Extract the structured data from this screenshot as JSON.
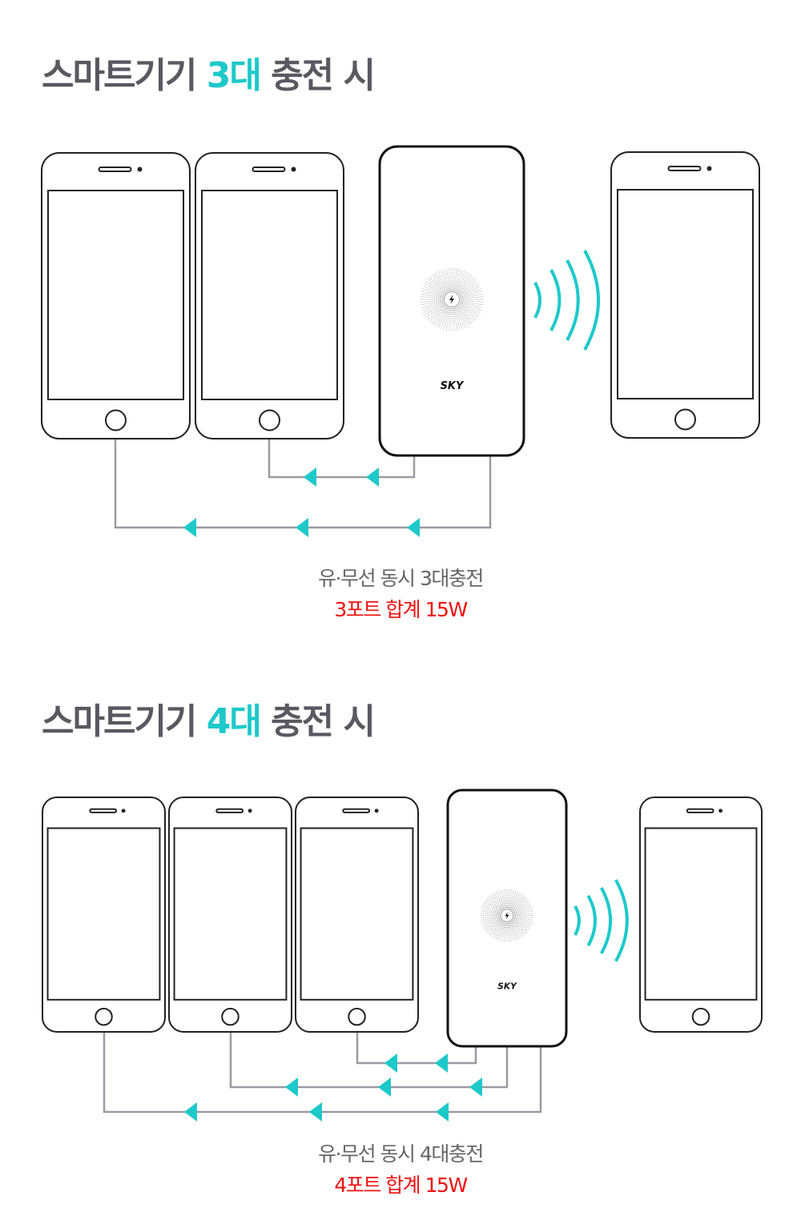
{
  "colors": {
    "accent": "#1ec9c9",
    "title": "#5a5860",
    "highlight": "#ee1111",
    "line": "#9a9aa2"
  },
  "sections": [
    {
      "title_prefix": "스마트기기",
      "title_count": "3대",
      "title_suffix": "충전 시",
      "caption": "유·무선 동시 3대충전",
      "spec": "3포트 합계 15W",
      "brand": "SKY"
    },
    {
      "title_prefix": "스마트기기",
      "title_count": "4대",
      "title_suffix": "충전 시",
      "caption": "유·무선 동시 4대충전",
      "spec": "4포트 합계 15W",
      "brand": "SKY"
    }
  ]
}
